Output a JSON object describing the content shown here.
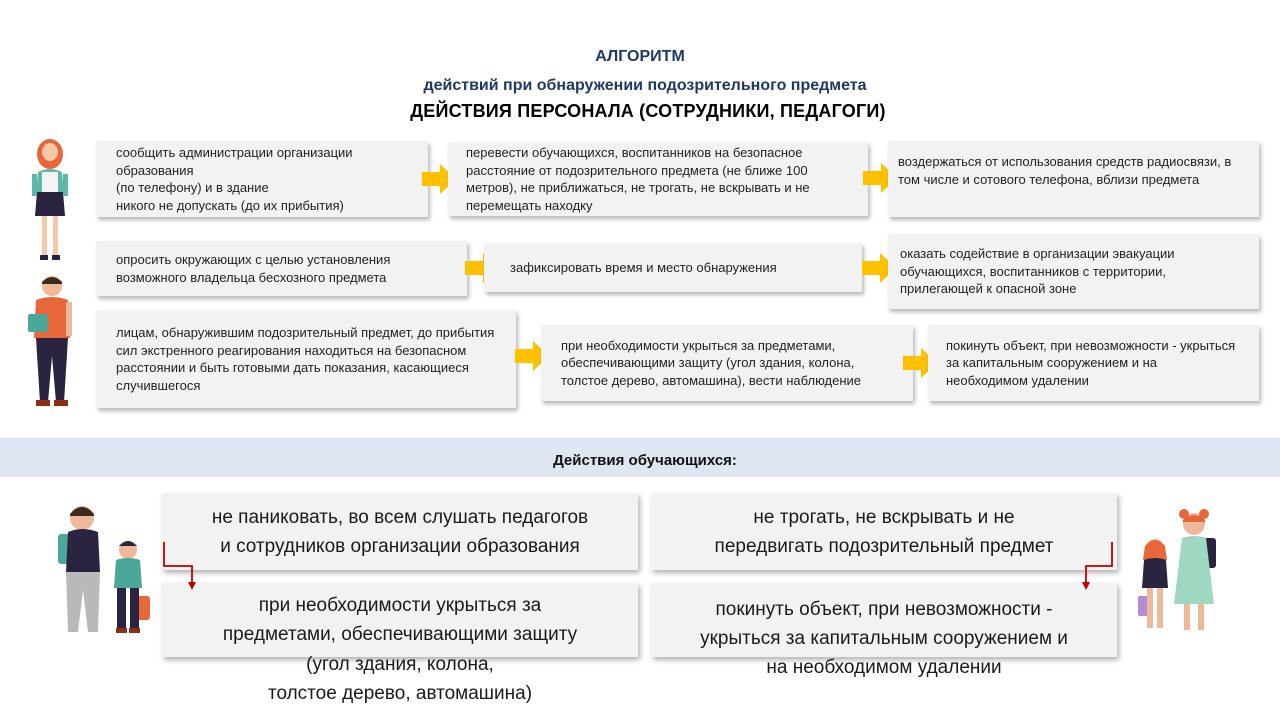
{
  "header": {
    "title": "АЛГОРИТМ",
    "subtitle": "действий при обнаружении подозрительного предмета",
    "section": "ДЕЙСТВИЯ ПЕРСОНАЛА  (СОТРУДНИКИ, ПЕДАГОГИ)"
  },
  "staff": {
    "row1": [
      "сообщить администрации организации образования\n(по телефону) и в здание\nникого не допускать (до их прибытия)",
      "перевести обучающихся, воспитанников на безопасное\nрасстояние от подозрительного предмета (не ближе 100\nметров), не приближаться, не трогать, не вскрывать и не\nперемещать находку",
      "воздержаться от использования средств радиосвязи, в\nтом числе и сотового телефона, вблизи предмета"
    ],
    "row2": [
      "опросить окружающих с целью установления\nвозможного владельца бесхозного предмета",
      "зафиксировать время и место обнаружения",
      "оказать содействие в организации эвакуации\nобучающихся, воспитанников с территории,\nприлегающей к опасной зоне"
    ],
    "row3": [
      "лицам, обнаружившим подозрительный предмет, до прибытия\nсил экстренного реагирования находиться на безопасном\nрасстоянии и быть готовыми дать показания, касающиеся\nслучившегося",
      "при необходимости укрыться за предметами,\nобеспечивающими защиту (угол здания, колона,\nтолстое дерево, автомашина), вести наблюдение",
      "покинуть объект, при невозможности - укрыться\nза капитальным сооружением и на\nнеобходимом удалении"
    ]
  },
  "students": {
    "title": "Действия обучающихся:",
    "left_top": "не паниковать, во всем слушать педагогов\nи сотрудников организации образования",
    "left_bottom": "при необходимости укрыться за\nпредметами, обеспечивающими защиту",
    "left_bottom_overflow": "(угол здания, колона,\nтолстое дерево, автомашина)",
    "right_top": "не трогать, не вскрывать и не\nпередвигать подозрительный предмет",
    "right_bottom": "покинуть объект, при невозможности -\nукрыться за капитальным сооружением и\nна необходимом удалении"
  },
  "colors": {
    "title_blue": "#1f3864",
    "arrow_yellow": "#ffc000",
    "band_blue": "#dde6f1",
    "elbow_red": "#c00000",
    "box_gray": "#f2f2f2"
  }
}
